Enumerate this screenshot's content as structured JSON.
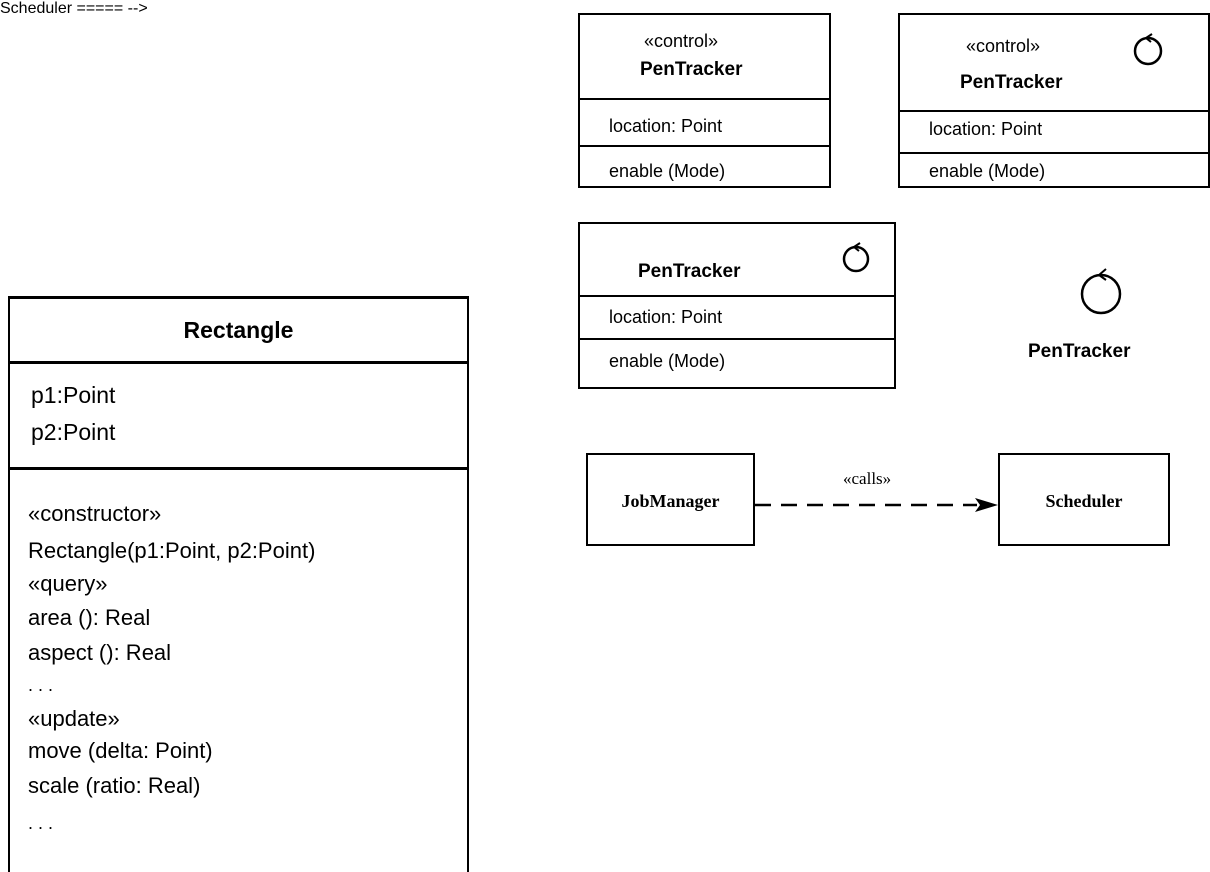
{
  "pentracker_control": {
    "stereotype": "«control»",
    "name": "PenTracker",
    "attribute": "location: Point",
    "operation": "enable (Mode)"
  },
  "pentracker_control_icon": {
    "stereotype": "«control»",
    "name": "PenTracker",
    "attribute": "location: Point",
    "operation": "enable (Mode)",
    "icon": "control-circle-icon"
  },
  "pentracker_icon": {
    "name": "PenTracker",
    "attribute": "location: Point",
    "operation": "enable (Mode)",
    "icon": "control-circle-icon"
  },
  "pentracker_iconic": {
    "name": "PenTracker",
    "icon": "control-circle-icon"
  },
  "dependency": {
    "source": "JobManager",
    "target": "Scheduler",
    "label": "«calls»"
  },
  "rectangle_class": {
    "name": "Rectangle",
    "attributes": [
      "p1:Point",
      "p2:Point"
    ],
    "operations": [
      "«constructor»",
      "Rectangle(p1:Point, p2:Point)",
      "«query»",
      "area (): Real",
      "aspect (): Real",
      ". . .",
      "«update»",
      "move (delta: Point)",
      "scale (ratio: Real)",
      ". . ."
    ]
  }
}
